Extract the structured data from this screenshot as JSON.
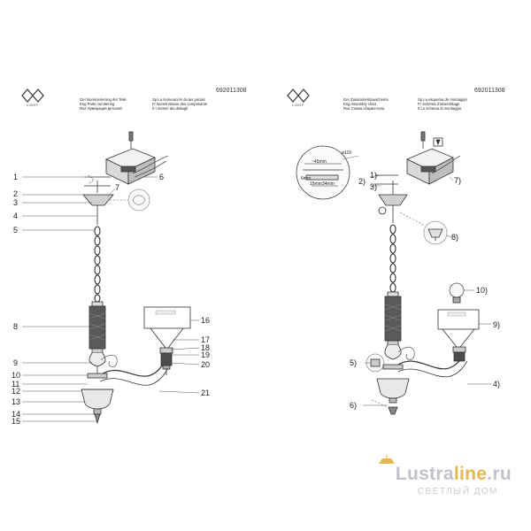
{
  "brand": {
    "logo_text": "LIGHT"
  },
  "left_sheet": {
    "model": "692011308",
    "header": {
      "de": "Ger Nummerierung der Teile",
      "en": "Eng Parts numbering",
      "ru": "Rus Нумерация деталей",
      "es": "Sp La numeración de las piezas",
      "fr": "Fr Numérotation des composants",
      "it": "It I numeri dei dettagli"
    },
    "part_labels": [
      "1",
      "2",
      "3",
      "4",
      "5",
      "6",
      "7",
      "8",
      "9",
      "10",
      "11",
      "12",
      "13",
      "14",
      "15",
      "16",
      "17",
      "18",
      "19",
      "20",
      "21"
    ]
  },
  "right_sheet": {
    "model": "692011308",
    "header": {
      "de": "Ger Zusammenbauschema",
      "en": "Eng Assembly chart",
      "ru": "Rus Схема сборки-сила",
      "es": "Sp La esquema de montaggio",
      "fr": "Fr Schéma d'assemblage",
      "it": "It Lo schema di montaggio"
    },
    "step_labels": [
      "1)",
      "2)",
      "3)",
      "4)",
      "5)",
      "6)",
      "7)",
      "8)",
      "9)",
      "10)"
    ],
    "dimensions": {
      "screw": "ø110",
      "outer": "~45mm",
      "offset": "6mm",
      "gap": "15mm",
      "span": "34mm"
    }
  },
  "watermark": {
    "name_a": "Lustra",
    "name_b": "line",
    "domain": ".ru",
    "tagline": "СВЕТЛЫЙ ДОМ"
  }
}
